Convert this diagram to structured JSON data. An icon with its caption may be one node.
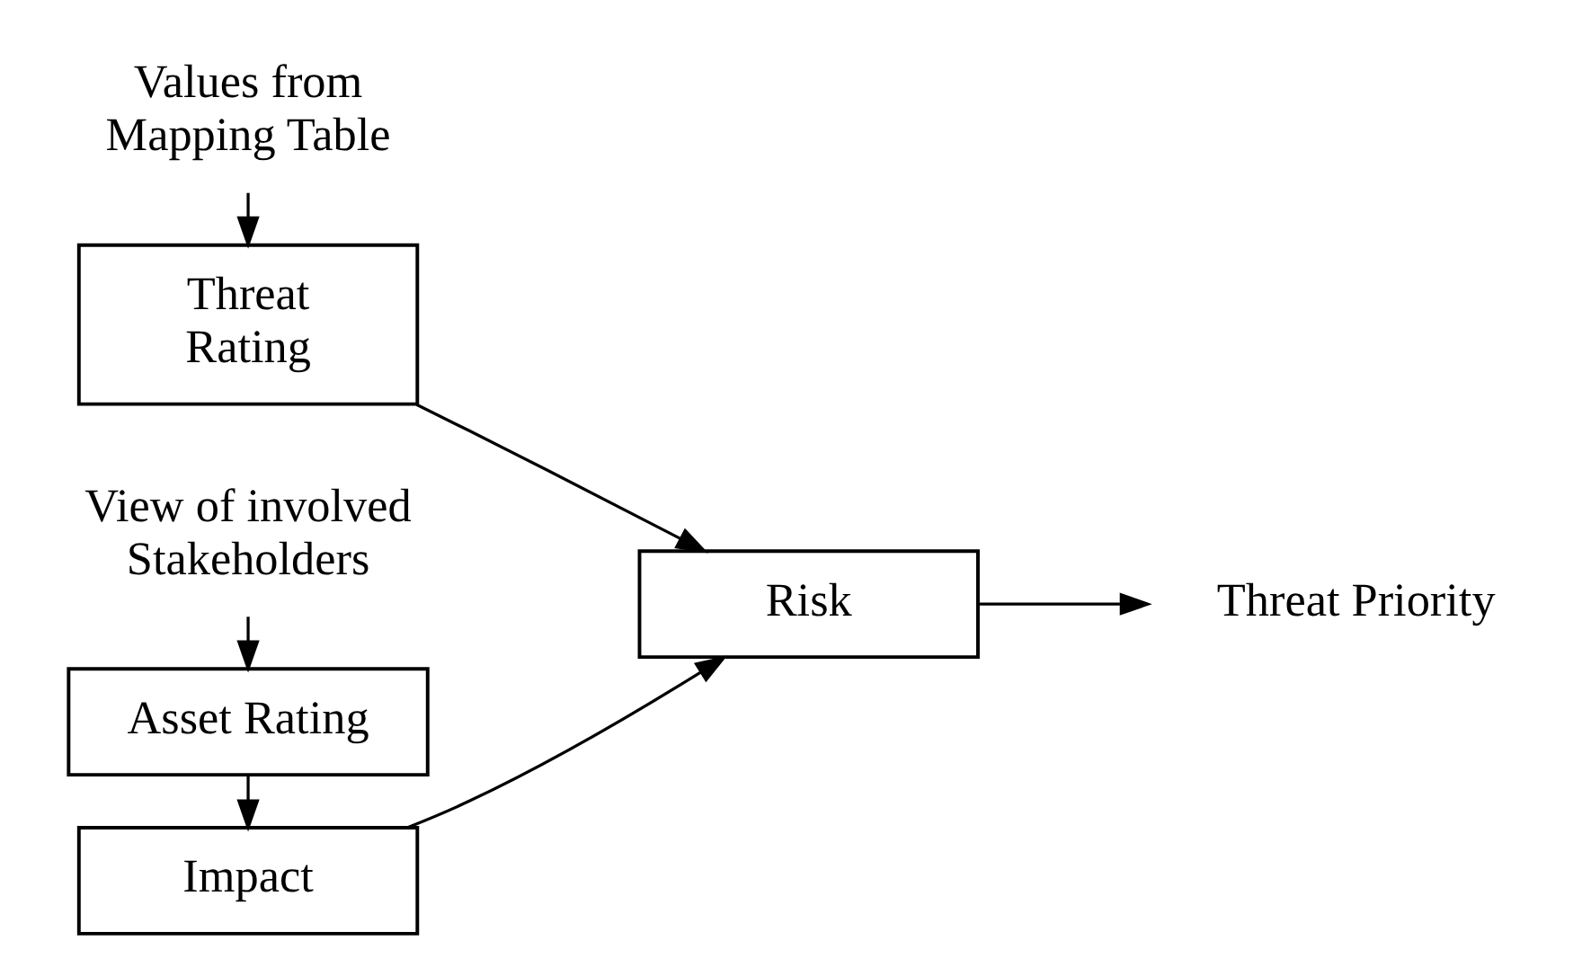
{
  "diagram": {
    "nodes": [
      {
        "text": [
          "Values from Mapping Table"
        ]
      },
      {
        "text": [
          "Threat Rating"
        ]
      },
      {
        "text": [
          "Impact"
        ]
      },
      {
        "text": [
          "Asset Rating"
        ]
      },
      {
        "text": [
          "View of involved Stakeholders"
        ]
      },
      {
        "text": [
          "Risk"
        ]
      },
      {
        "text": [
          "Threat Priority"
        ]
      }
    ],
    "edges": [
      {
        "from": 0,
        "to": 1,
        "arrow": "to"
      },
      {
        "from": 4,
        "to": 3,
        "arrow": "to"
      },
      {
        "from": 3,
        "to": 2,
        "arrow": "to"
      },
      {
        "from": 1,
        "to": 5,
        "arrow": "to"
      },
      {
        "from": 2,
        "to": 5,
        "arrow": "to"
      },
      {
        "from": 5,
        "to": 6,
        "arrow": "to"
      }
    ]
  }
}
